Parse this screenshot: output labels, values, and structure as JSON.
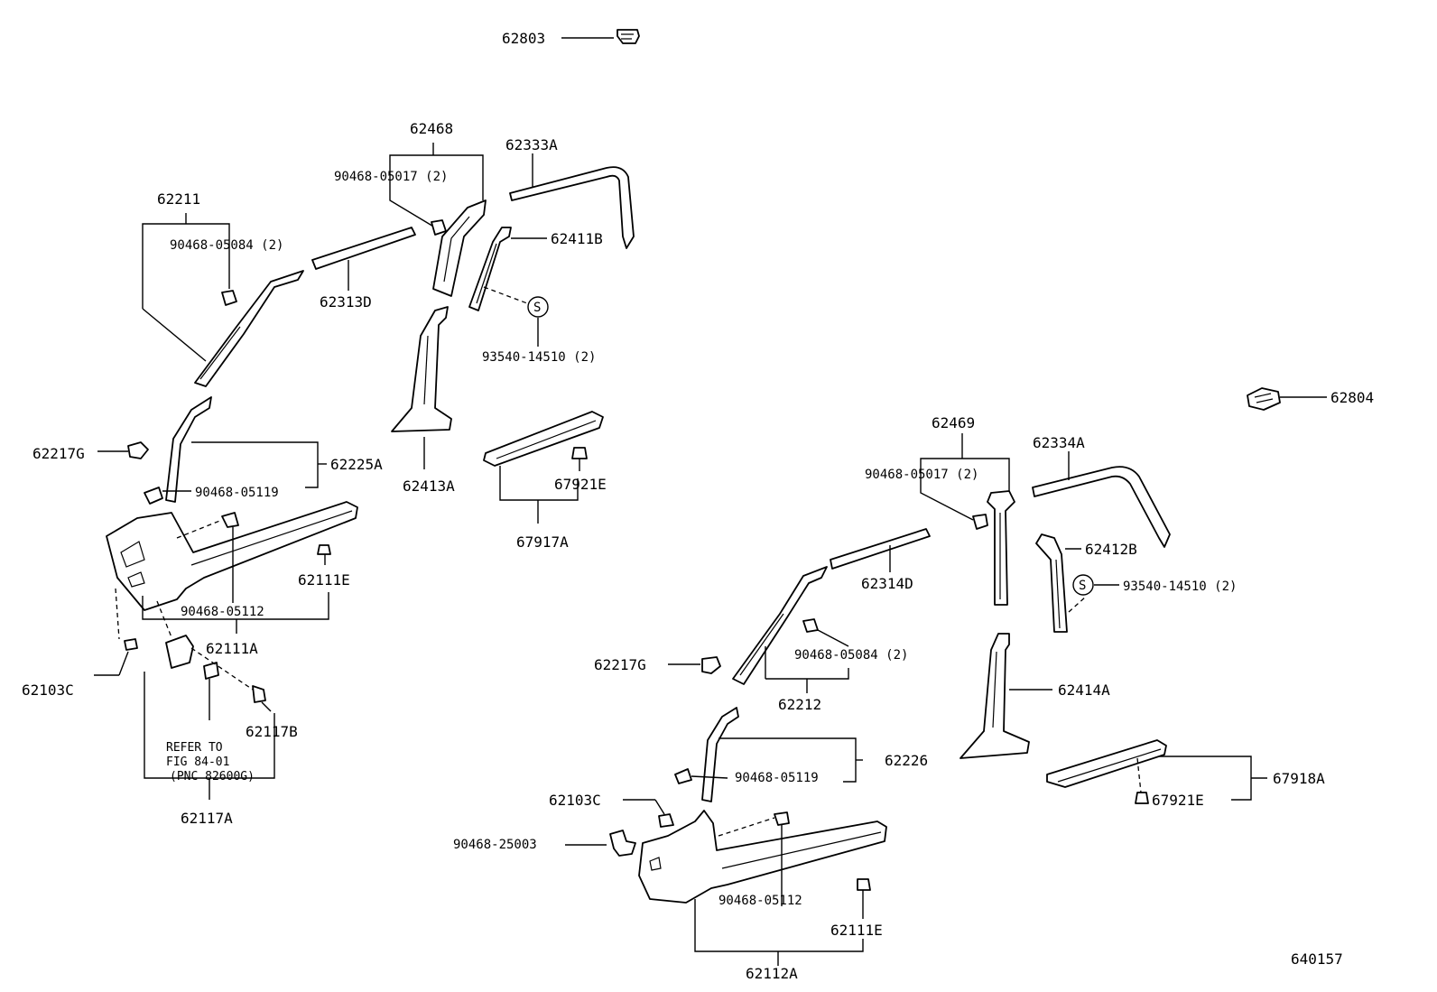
{
  "labels": {
    "p62803": "62803",
    "p62468": "62468",
    "p62333A": "62333A",
    "p90468_05017_l": "90468-05017 (2)",
    "p62211": "62211",
    "p90468_05084_l": "90468-05084 (2)",
    "p62313D": "62313D",
    "p62411B": "62411B",
    "p93540_14510_l": "93540-14510 (2)",
    "p62217G_l": "62217G",
    "p62225A": "62225A",
    "p90468_05119_l": "90468-05119",
    "p62413A": "62413A",
    "p67921E_l": "67921E",
    "p67917A": "67917A",
    "p62111E_l": "62111E",
    "p90468_05112_l": "90468-05112",
    "p62111A": "62111A",
    "p62103C_l": "62103C",
    "p62117B": "62117B",
    "refer1": "REFER TO",
    "refer2": "FIG 84-01",
    "refer3": "(PNC 82600G)",
    "p62117A": "62117A",
    "p62804": "62804",
    "p62469": "62469",
    "p62334A": "62334A",
    "p90468_05017_r": "90468-05017 (2)",
    "p62412B": "62412B",
    "p62314D": "62314D",
    "p93540_14510_r": "93540-14510 (2)",
    "p62217G_r": "62217G",
    "p90468_05084_r": "90468-05084 (2)",
    "p62212": "62212",
    "p62414A": "62414A",
    "p62226": "62226",
    "p90468_05119_r": "90468-05119",
    "p67918A": "67918A",
    "p67921E_r": "67921E",
    "p62103C_r": "62103C",
    "p90468_25003": "90468-25003",
    "p90468_05112_r": "90468-05112",
    "p62111E_r": "62111E",
    "p62112A": "62112A",
    "fig_id": "640157",
    "s_mark": "S"
  }
}
